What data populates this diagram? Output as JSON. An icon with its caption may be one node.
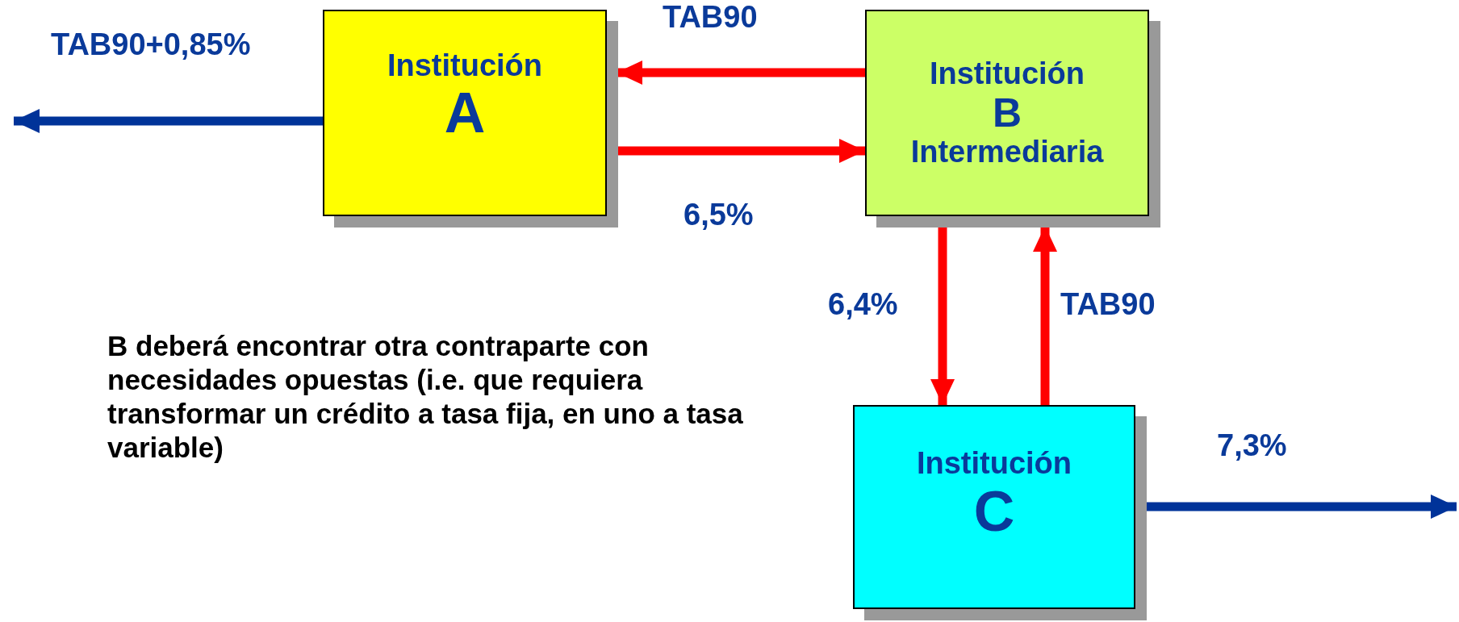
{
  "diagram": {
    "nodes": [
      {
        "text": [
          "Institución",
          "A"
        ]
      },
      {
        "text": [
          "Institución",
          "B",
          "Intermediaria"
        ]
      },
      {
        "text": [
          "Institución",
          "C"
        ]
      }
    ],
    "edges": [
      {
        "from": 0,
        "to": null,
        "arrow": "to",
        "label": "TAB90+0,85%",
        "color": "#003399"
      },
      {
        "from": 1,
        "to": 0,
        "arrow": "to",
        "label": "TAB90"
      },
      {
        "from": 0,
        "to": 1,
        "arrow": "to",
        "label": "6,5%"
      },
      {
        "from": 1,
        "to": 2,
        "arrow": "to",
        "label": "6,4%"
      },
      {
        "from": 2,
        "to": 1,
        "arrow": "to",
        "label": "TAB90"
      },
      {
        "from": 2,
        "to": null,
        "arrow": "to",
        "label": "7,3%",
        "color": "#003399"
      }
    ],
    "labels": [
      "B deberá encontrar otra contraparte con necesidades opuestas (i.e. que requiera transformar un crédito a tasa fija, en uno a tasa variable)"
    ]
  }
}
